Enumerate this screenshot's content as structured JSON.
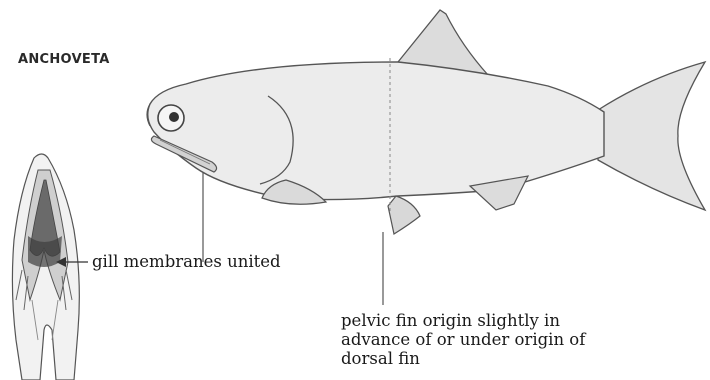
{
  "title": "ANCHOVETA",
  "annotations": {
    "gill_membranes": "gill membranes united",
    "pelvic_fin": {
      "lines": [
        "pelvic fin origin slightly in",
        "advance of or under origin of",
        "dorsal fin"
      ]
    }
  },
  "colors": {
    "body_fill": "#eeeeee",
    "outline": "#555555",
    "fin_fill": "#dedede",
    "text": "#1a1a1a"
  }
}
